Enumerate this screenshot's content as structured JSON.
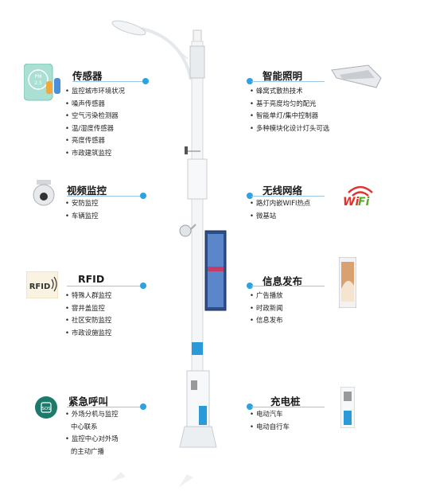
{
  "sections": {
    "sensor": {
      "title": "传感器",
      "icon_label": "PM 2.5",
      "items": [
        "监控城市环境状况",
        "噪声传感器",
        "空气污染检测器",
        "温/湿度传感器",
        "亮度传感器",
        "市政建筑监控"
      ]
    },
    "video": {
      "title": "视频监控",
      "items": [
        "安防监控",
        "车辆监控"
      ]
    },
    "rfid": {
      "title": "RFID",
      "icon_label": "RFID",
      "items": [
        "特殊人群监控",
        "窨井盖监控",
        "社区安防监控",
        "市政设施监控"
      ]
    },
    "emergency": {
      "title": "紧急呼叫",
      "icon_label": "SOS",
      "items": [
        "外场分机与监控",
        "中心联系",
        "监控中心对外场",
        "的主动广播"
      ]
    },
    "lighting": {
      "title": "智能照明",
      "items": [
        "蜂窝式散热技术",
        "基于亮度均匀的配光",
        "智能单灯/集中控制器",
        "多种模块化设计灯头可选"
      ]
    },
    "wireless": {
      "title": "无线网络",
      "icon_label": "WiFi",
      "items": [
        "路灯内嵌WIFI热点",
        "微基站"
      ]
    },
    "info": {
      "title": "信息发布",
      "items": [
        "广告播放",
        "时政新闻",
        "信息发布"
      ]
    },
    "charging": {
      "title": "充电桩",
      "items": [
        "电动汽车",
        "电动自行车"
      ]
    }
  },
  "colors": {
    "accent": "#2aa3e0",
    "connector": "#9bc8e6",
    "pole": "#f3f5f7",
    "pole_band": "#2a9ad8"
  }
}
